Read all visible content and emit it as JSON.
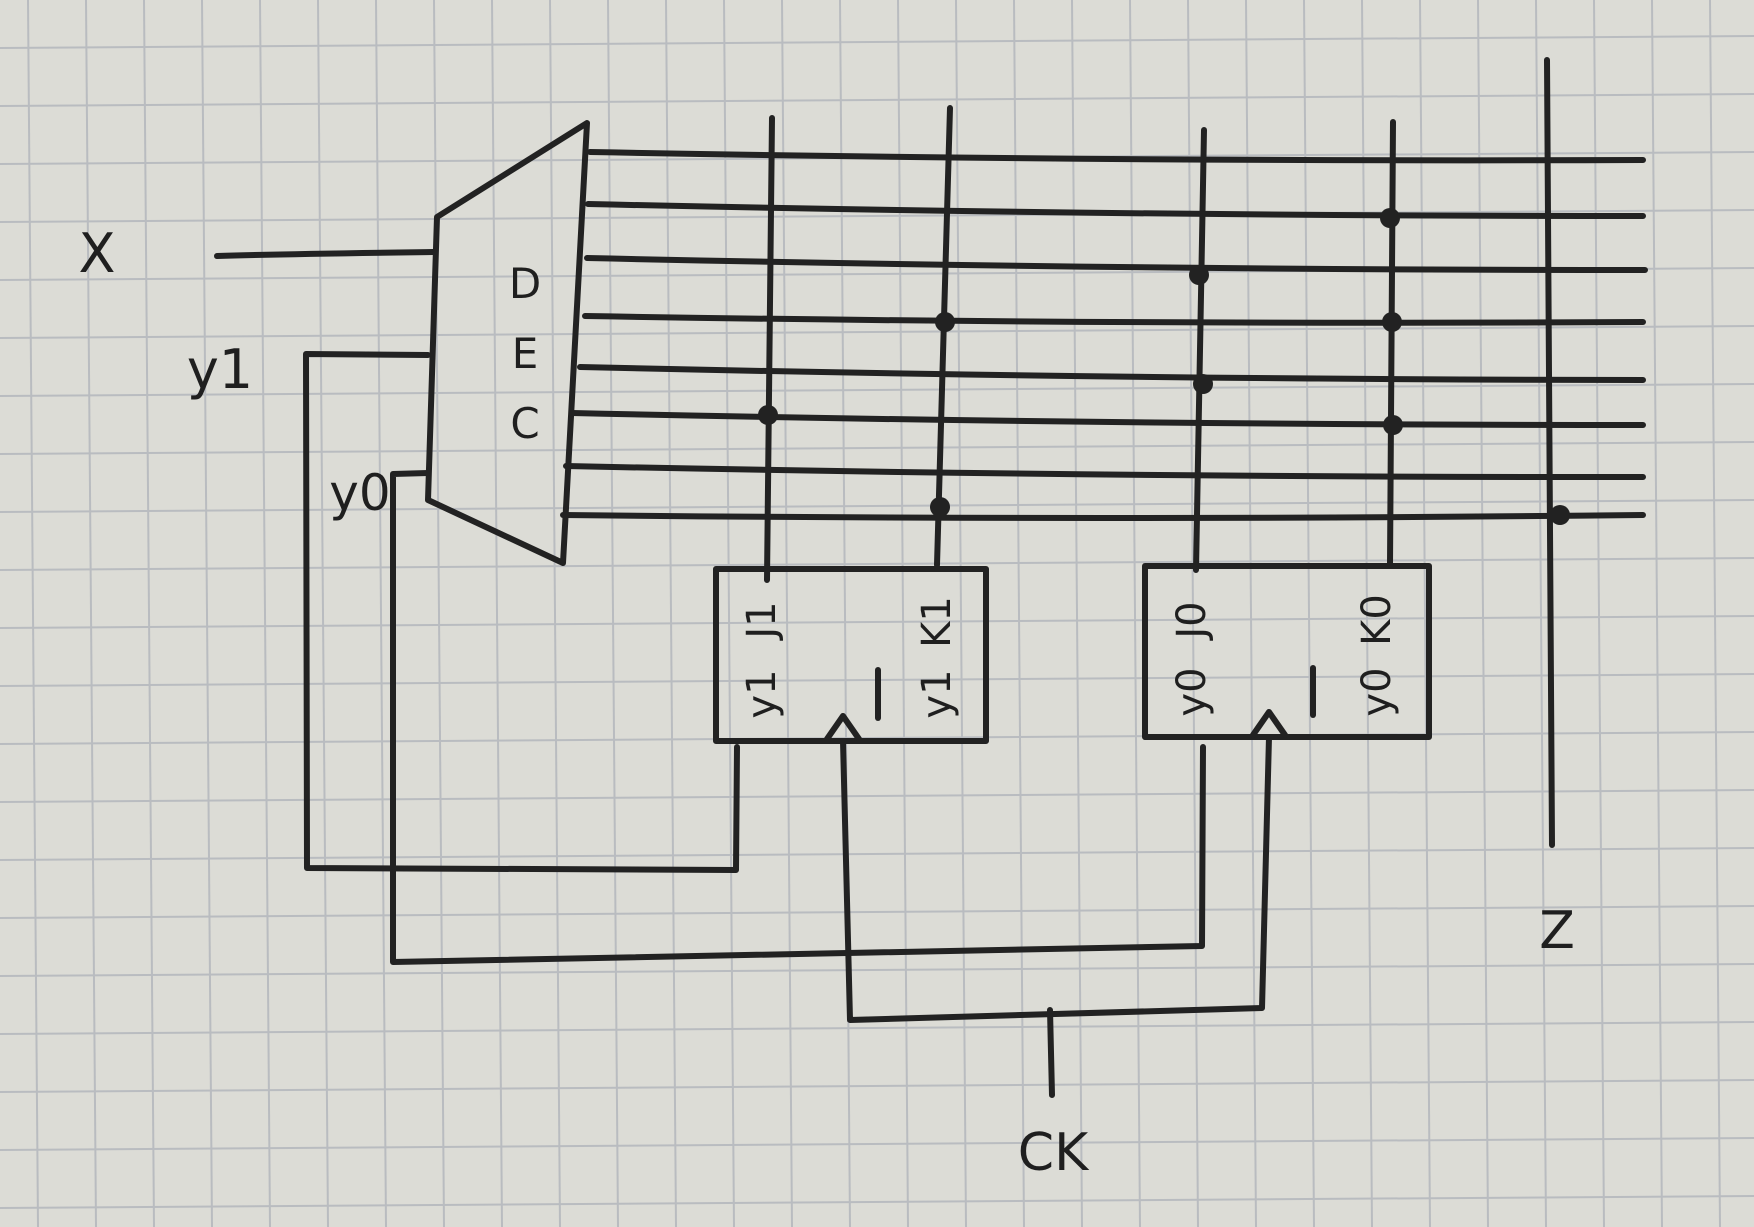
{
  "inputs": {
    "x": "X",
    "y1": "y1",
    "y0": "y0"
  },
  "decoder": {
    "letters": [
      "D",
      "E",
      "C"
    ]
  },
  "flipflops": [
    {
      "j": "J1",
      "k": "K1",
      "q": "y1",
      "qbar": "y1"
    },
    {
      "j": "J0",
      "k": "K0",
      "q": "y0",
      "qbar": "y0"
    }
  ],
  "output": "Z",
  "clock": "CK",
  "colors": {
    "paper": "#dcdcd6",
    "grid": "#b9bcc0",
    "ink": "#222222"
  }
}
